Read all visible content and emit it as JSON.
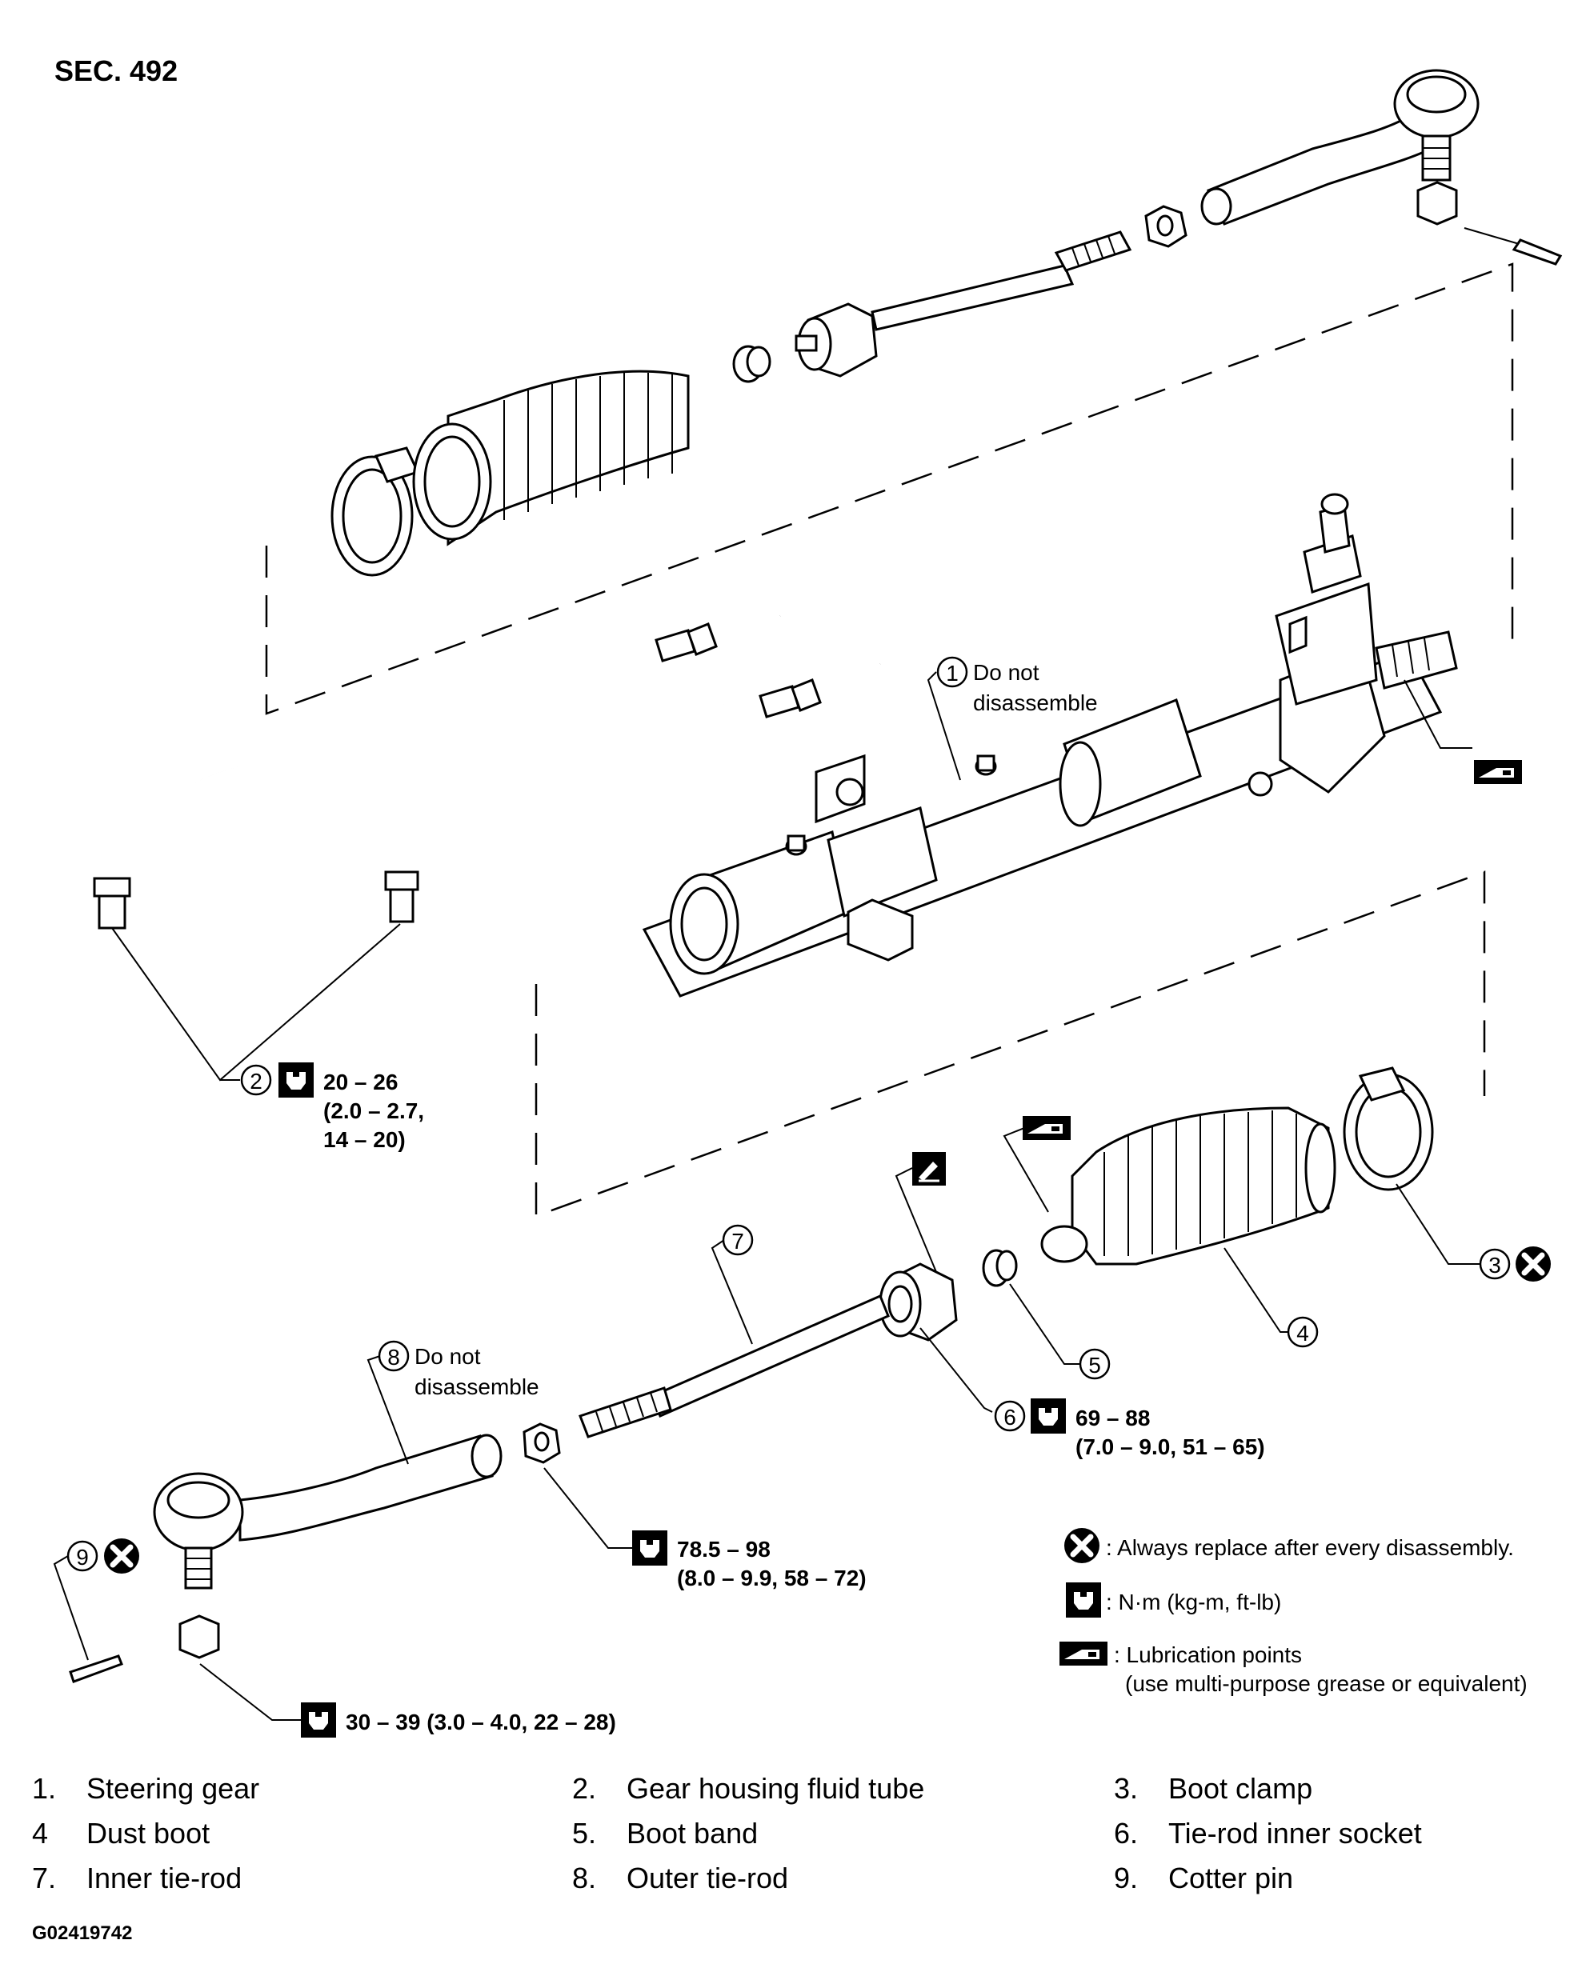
{
  "section": "SEC. 492",
  "figure_code": "G02419742",
  "callouts": [
    {
      "num": "1",
      "note_line1": "Do not",
      "note_line2": "disassemble"
    },
    {
      "num": "2",
      "torque_line1": "20 – 26",
      "torque_line2": "(2.0 – 2.7,",
      "torque_line3": "14 – 20)"
    },
    {
      "num": "3"
    },
    {
      "num": "4"
    },
    {
      "num": "5"
    },
    {
      "num": "6",
      "torque_line1": "69 – 88",
      "torque_line2": "(7.0 – 9.0, 51 – 65)"
    },
    {
      "num": "7"
    },
    {
      "num": "8",
      "note_line1": "Do not",
      "note_line2": "disassemble"
    },
    {
      "num": "9"
    }
  ],
  "torque_nut": {
    "line1": "78.5 – 98",
    "line2": "(8.0 – 9.9, 58 – 72)"
  },
  "torque_castle_nut": "30 – 39 (3.0 – 4.0, 22 – 28)",
  "legend": {
    "replace": ": Always replace after every disassembly.",
    "torque": ": N·m (kg-m, ft-lb)",
    "lube_line1": ": Lubrication points",
    "lube_line2": "(use multi-purpose grease or equivalent)"
  },
  "parts_list": [
    {
      "num": "1.",
      "name": "Steering gear"
    },
    {
      "num": "2.",
      "name": "Gear housing fluid tube"
    },
    {
      "num": "3.",
      "name": "Boot clamp"
    },
    {
      "num": "4",
      "name": "Dust boot"
    },
    {
      "num": "5.",
      "name": "Boot band"
    },
    {
      "num": "6.",
      "name": "Tie-rod inner socket"
    },
    {
      "num": "7.",
      "name": "Inner tie-rod"
    },
    {
      "num": "8.",
      "name": "Outer tie-rod"
    },
    {
      "num": "9.",
      "name": "Cotter pin"
    }
  ],
  "icons": {
    "replace": "x-circle-icon",
    "torque": "wrench-torque-icon",
    "lube": "grease-gun-icon",
    "sealant": "sealant-icon"
  }
}
